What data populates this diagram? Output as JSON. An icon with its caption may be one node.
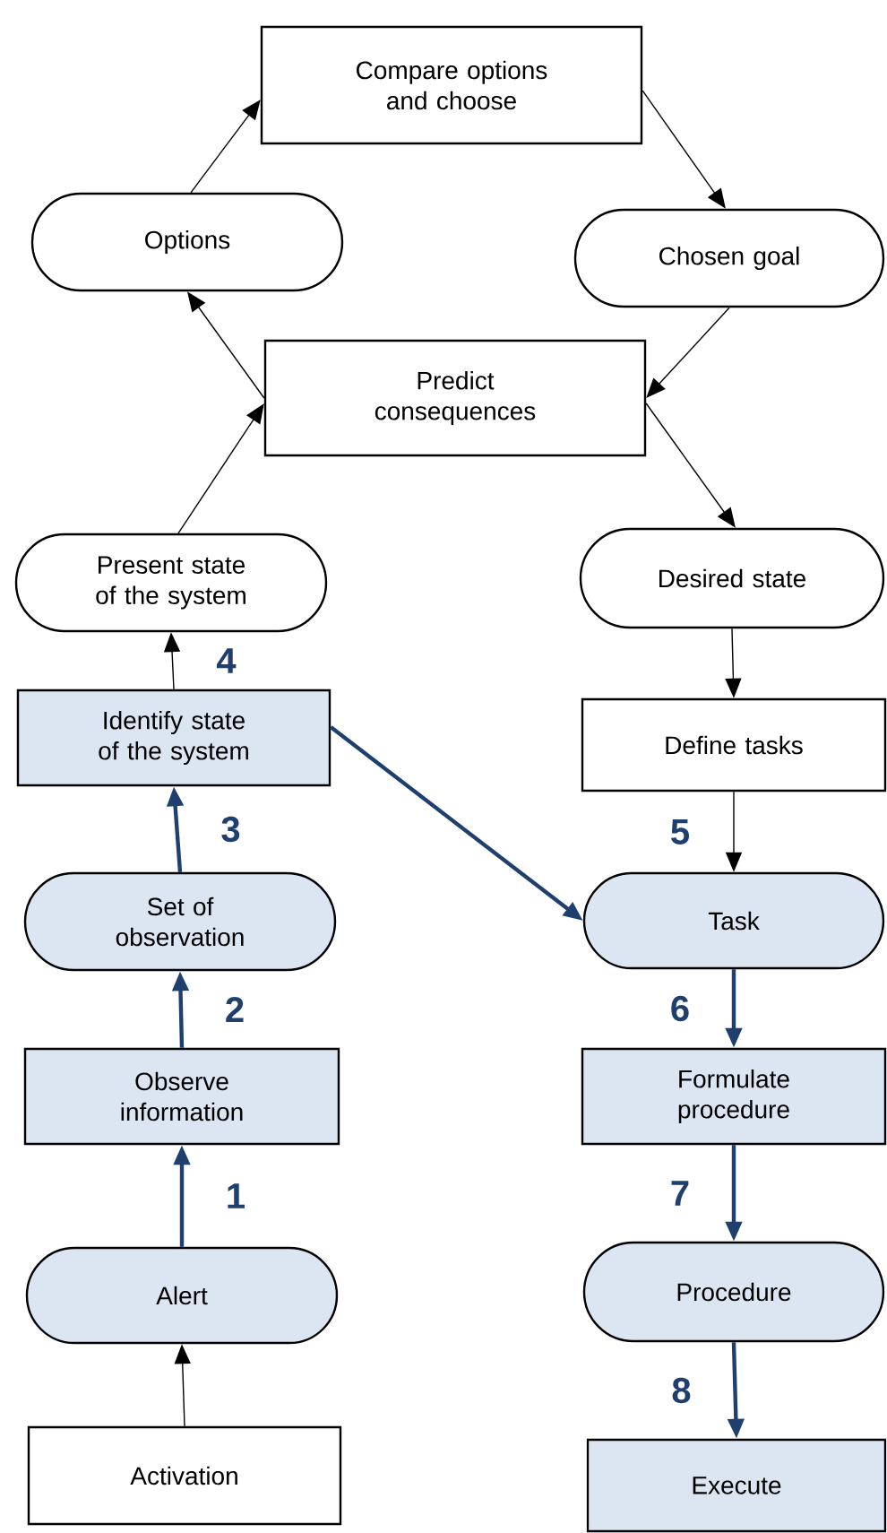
{
  "diagram": {
    "nodes": [
      {
        "text": [
          "Compare options and choose"
        ]
      },
      {
        "text": [
          "Options"
        ]
      },
      {
        "text": [
          "Chosen goal"
        ]
      },
      {
        "text": [
          "Predict consequences"
        ]
      },
      {
        "text": [
          "Present state of the system"
        ]
      },
      {
        "text": [
          "Desired state"
        ]
      },
      {
        "text": [
          "Identify state of the system"
        ]
      },
      {
        "text": [
          "Define tasks"
        ]
      },
      {
        "text": [
          "Set of observation"
        ]
      },
      {
        "text": [
          "Task"
        ]
      },
      {
        "text": [
          "Observe information"
        ]
      },
      {
        "text": [
          "Formulate procedure"
        ]
      },
      {
        "text": [
          "Alert"
        ]
      },
      {
        "text": [
          "Procedure"
        ]
      },
      {
        "text": [
          "Activation"
        ]
      },
      {
        "text": [
          "Execute"
        ]
      }
    ],
    "edges": [
      {
        "from": 1,
        "to": 0,
        "arrow": "to"
      },
      {
        "from": 0,
        "to": 2,
        "arrow": "to"
      },
      {
        "from": 2,
        "to": 3,
        "arrow": "to"
      },
      {
        "from": 3,
        "to": 1,
        "arrow": "to"
      },
      {
        "from": 4,
        "to": 3,
        "arrow": "to"
      },
      {
        "from": 3,
        "to": 5,
        "arrow": "to"
      },
      {
        "from": 5,
        "to": 7,
        "arrow": "to"
      },
      {
        "from": 7,
        "to": 9,
        "arrow": "to",
        "label": "5"
      },
      {
        "from": 6,
        "to": 4,
        "arrow": "to",
        "label": "4"
      },
      {
        "from": 6,
        "to": 9,
        "arrow": "to",
        "style": "thick",
        "color": "#1f3f6e"
      },
      {
        "from": 8,
        "to": 6,
        "arrow": "to",
        "label": "3",
        "style": "thick",
        "color": "#1f3f6e"
      },
      {
        "from": 10,
        "to": 8,
        "arrow": "to",
        "label": "2",
        "style": "thick",
        "color": "#1f3f6e"
      },
      {
        "from": 12,
        "to": 10,
        "arrow": "to",
        "label": "1",
        "style": "thick",
        "color": "#1f3f6e"
      },
      {
        "from": 14,
        "to": 12,
        "arrow": "to"
      },
      {
        "from": 9,
        "to": 11,
        "arrow": "to",
        "label": "6",
        "style": "thick",
        "color": "#1f3f6e"
      },
      {
        "from": 11,
        "to": 13,
        "arrow": "to",
        "label": "7",
        "style": "thick",
        "color": "#1f3f6e"
      },
      {
        "from": 13,
        "to": 15,
        "arrow": "to",
        "label": "8",
        "style": "thick",
        "color": "#1f3f6e"
      }
    ]
  }
}
